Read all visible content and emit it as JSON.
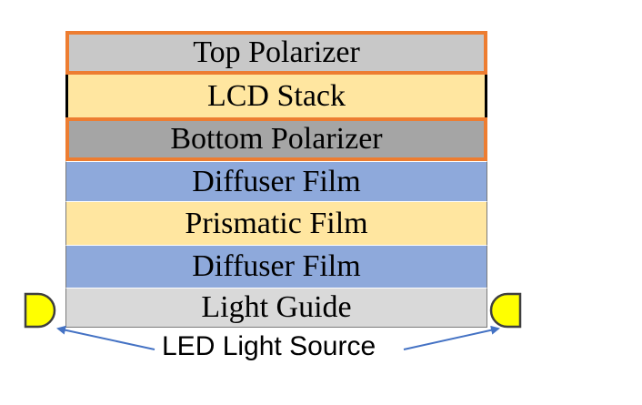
{
  "layers": [
    {
      "label": "Top Polarizer",
      "fill": "#C8C8C8",
      "outline": "#ED7D31"
    },
    {
      "label": "LCD Stack",
      "fill": "#FFE6A0",
      "side_border": "#000000"
    },
    {
      "label": "Bottom Polarizer",
      "fill": "#A5A5A5",
      "outline": "#ED7D31"
    },
    {
      "label": "Diffuser Film",
      "fill": "#8EA9DB"
    },
    {
      "label": "Prismatic Film",
      "fill": "#FFE6A0"
    },
    {
      "label": "Diffuser Film",
      "fill": "#8EA9DB"
    },
    {
      "label": "Light Guide",
      "fill": "#D9D9D9"
    }
  ],
  "led": {
    "label": "LED Light Source",
    "fill": "#FFFF00",
    "stroke": "#3F3F3F",
    "arrow_color": "#4472C4"
  }
}
